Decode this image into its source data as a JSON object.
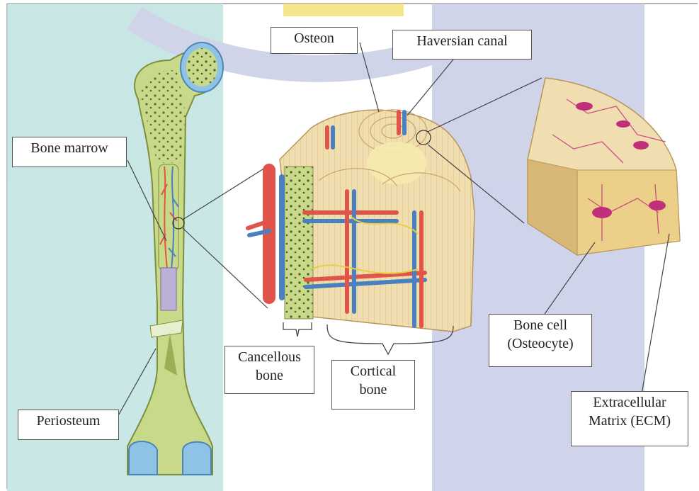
{
  "labels": {
    "osteon": "Osteon",
    "haversian_canal": "Haversian canal",
    "bone_marrow": "Bone marrow",
    "periosteum": "Periosteum",
    "cancellous_bone": [
      "Cancellous",
      "bone"
    ],
    "cortical_bone": [
      "Cortical",
      "bone"
    ],
    "bone_cell": [
      "Bone cell",
      "(Osteocyte)"
    ],
    "ecm": [
      "Extracellular",
      "Matrix (ECM)"
    ]
  },
  "colors": {
    "watermark_teal": "#bfe3e0",
    "watermark_blue": "#c7cde6",
    "watermark_yellow": "#f3e27a",
    "bone_green": "#c8d98a",
    "bone_outline": "#7d8f3c",
    "cartilage_blue": "#8fc3e6",
    "marrow_purple": "#bdb0d6",
    "artery_red": "#e0544a",
    "vein_blue": "#4a7fc0",
    "lamella_cream": "#f1deb0",
    "lamella_line": "#c9a56a",
    "cell_magenta": "#c0307a",
    "leader_line": "#444444"
  }
}
